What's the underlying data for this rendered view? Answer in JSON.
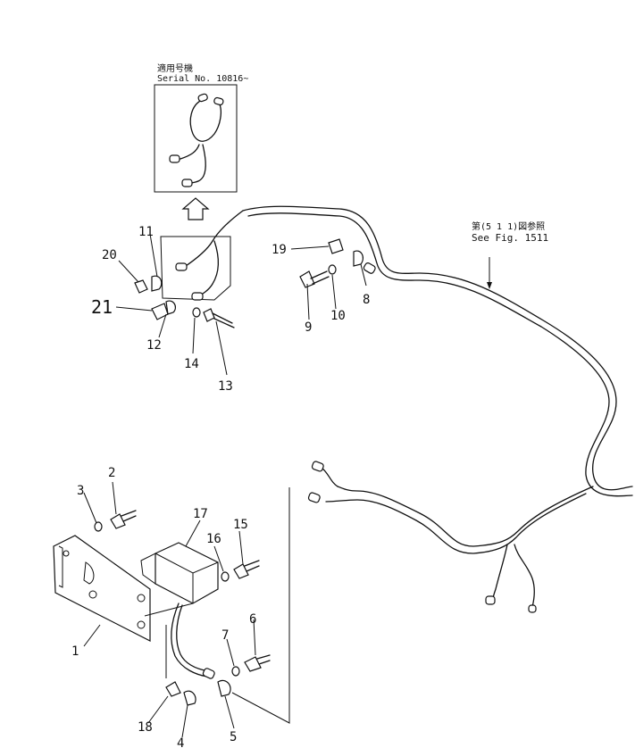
{
  "inset": {
    "title_jp": "適用号機",
    "title_en": "Serial  No. 10816~"
  },
  "reference": {
    "jp": "第(5 1 1)図参照",
    "en": "See Fig. 1511"
  },
  "part_numbers": {
    "p1": "1",
    "p2": "2",
    "p3": "3",
    "p4": "4",
    "p5": "5",
    "p6": "6",
    "p7": "7",
    "p8": "8",
    "p9": "9",
    "p10": "10",
    "p11": "11",
    "p12": "12",
    "p13": "13",
    "p14": "14",
    "p15": "15",
    "p16": "16",
    "p17": "17",
    "p18": "18",
    "p19": "19",
    "p20": "20",
    "p21": "21"
  }
}
